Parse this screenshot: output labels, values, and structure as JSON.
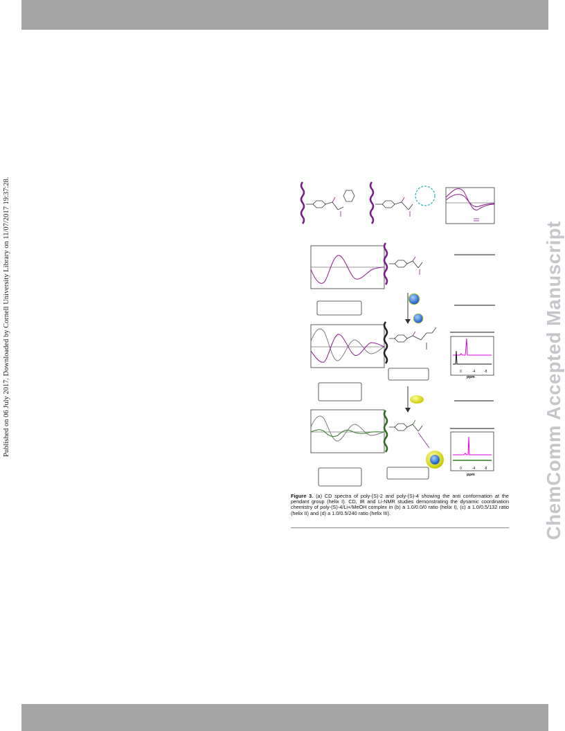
{
  "header": {
    "bar_color": "#a6a6a6"
  },
  "footer": {
    "bar_color": "#a6a6a6"
  },
  "side_note": "Published on 06 July 2017. Downloaded by Cornell University Library on 11/07/2017 19:37:28.",
  "watermark": "ChemComm Accepted Manuscript",
  "figure": {
    "nmr_axis_label": "ppm",
    "nmr_ticks": [
      "0",
      "-4",
      "-8"
    ],
    "series_colors": {
      "helix_I": "#8b1a8b",
      "helix_II": "#7a7a7a",
      "helix_III": "#2e7d1e",
      "nmr_li": "#e000e0",
      "nmr_ref": "#111111",
      "nmr_green": "#2e7d1e"
    },
    "ion_colors": {
      "lithium": "#1f6fd6",
      "methanol": "#e8e820",
      "crown": "#24b0b0"
    }
  },
  "caption": {
    "label": "Figure 3.",
    "text": "(a) CD spectra of poly-(S)-2 and poly-(S)-4 showing the anti conformation at the pendant group (helix I). CD, IR and Li-NMR studies demonstrating the dynamic coordination chemistry of poly-(S)-4/Li+/MeOH complex in (b) a 1.0/0.0/0 ratio (helix I), (c) a 1.0/0.5/132 ratio (helix II) and (d) a 1.0/0.5/240 ratio (helix III)."
  }
}
